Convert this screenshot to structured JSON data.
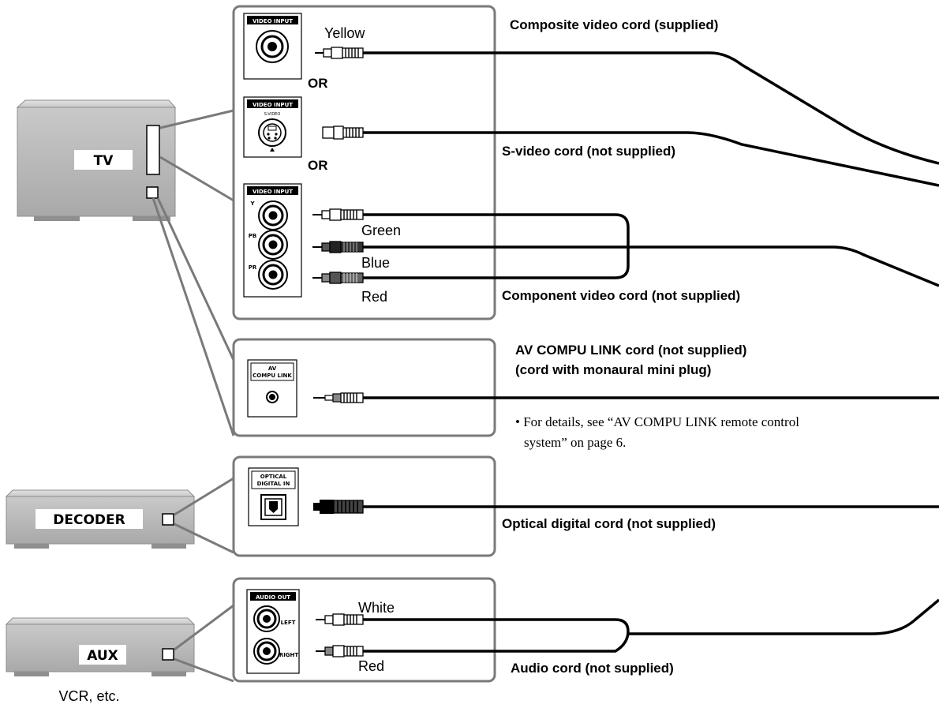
{
  "devices": {
    "tv": "TV",
    "decoder": "DECODER",
    "aux": "AUX",
    "aux_caption": "VCR, etc."
  },
  "panels": {
    "video_input_1": "VIDEO INPUT",
    "video_input_2": "VIDEO INPUT",
    "svideo_sub": "S-VIDEO",
    "video_input_3": "VIDEO INPUT",
    "pin_y": "Y",
    "pin_pb": "PB",
    "pin_pr": "PR",
    "av_line1": "AV",
    "av_line2": "COMPU LINK",
    "optical_line1": "OPTICAL",
    "optical_line2": "DIGITAL IN",
    "audio_out": "AUDIO OUT",
    "pin_left": "LEFT",
    "pin_right": "RIGHT"
  },
  "plug_labels": {
    "yellow": "Yellow",
    "or_1": "OR",
    "or_2": "OR",
    "green": "Green",
    "blue": "Blue",
    "red_component": "Red",
    "white": "White",
    "red_audio": "Red"
  },
  "cords": {
    "composite": "Composite video cord (supplied)",
    "svideo": "S-video cord (not supplied)",
    "component": "Component video cord (not supplied)",
    "avcompu_1": "AV COMPU LINK cord (not supplied)",
    "avcompu_2": "(cord with monaural mini plug)",
    "optical": "Optical digital cord (not supplied)",
    "audio": "Audio cord (not supplied)"
  },
  "note": {
    "line1": "• For details, see “AV COMPU LINK remote control",
    "line2": "system” on page 6."
  }
}
